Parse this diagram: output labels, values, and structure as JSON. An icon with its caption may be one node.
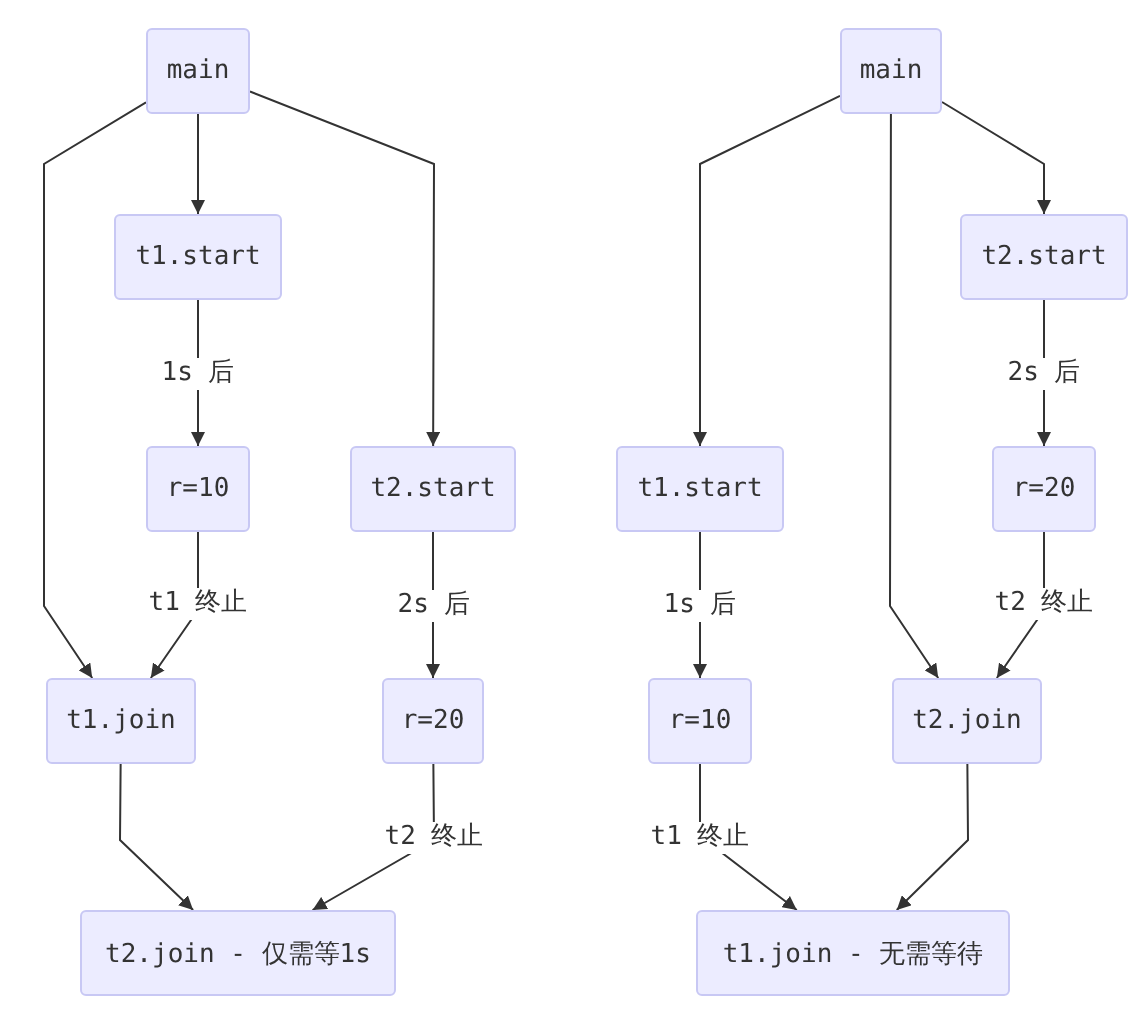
{
  "diagram": {
    "nodes": [
      {
        "text": [
          "main"
        ]
      },
      {
        "text": [
          "t1.start"
        ]
      },
      {
        "text": [
          "r=10"
        ]
      },
      {
        "text": [
          "t2.start"
        ]
      },
      {
        "text": [
          "t1.join"
        ]
      },
      {
        "text": [
          "r=20"
        ]
      },
      {
        "text": [
          "t2.join - 仅需等1s"
        ]
      },
      {
        "text": [
          "main"
        ]
      },
      {
        "text": [
          "t2.start"
        ]
      },
      {
        "text": [
          "t1.start"
        ]
      },
      {
        "text": [
          "r=20"
        ]
      },
      {
        "text": [
          "r=10"
        ]
      },
      {
        "text": [
          "t2.join"
        ]
      },
      {
        "text": [
          "t1.join - 无需等待"
        ]
      }
    ],
    "edges": [
      {
        "from": 0,
        "to": 4,
        "arrow": "to"
      },
      {
        "from": 0,
        "to": 1,
        "arrow": "to"
      },
      {
        "from": 0,
        "to": 3,
        "arrow": "to"
      },
      {
        "from": 1,
        "to": 2,
        "arrow": "to",
        "label": "1s 后"
      },
      {
        "from": 2,
        "to": 4,
        "arrow": "to",
        "label": "t1 终止"
      },
      {
        "from": 3,
        "to": 5,
        "arrow": "to",
        "label": "2s 后"
      },
      {
        "from": 4,
        "to": 6,
        "arrow": "to"
      },
      {
        "from": 5,
        "to": 6,
        "arrow": "to",
        "label": "t2 终止"
      },
      {
        "from": 7,
        "to": 9,
        "arrow": "to"
      },
      {
        "from": 7,
        "to": 12,
        "arrow": "to"
      },
      {
        "from": 7,
        "to": 8,
        "arrow": "to"
      },
      {
        "from": 8,
        "to": 10,
        "arrow": "to",
        "label": "2s 后"
      },
      {
        "from": 10,
        "to": 12,
        "arrow": "to",
        "label": "t2 终止"
      },
      {
        "from": 9,
        "to": 11,
        "arrow": "to",
        "label": "1s 后"
      },
      {
        "from": 11,
        "to": 13,
        "arrow": "to",
        "label": "t1 终止"
      },
      {
        "from": 12,
        "to": 13,
        "arrow": "to"
      }
    ]
  }
}
